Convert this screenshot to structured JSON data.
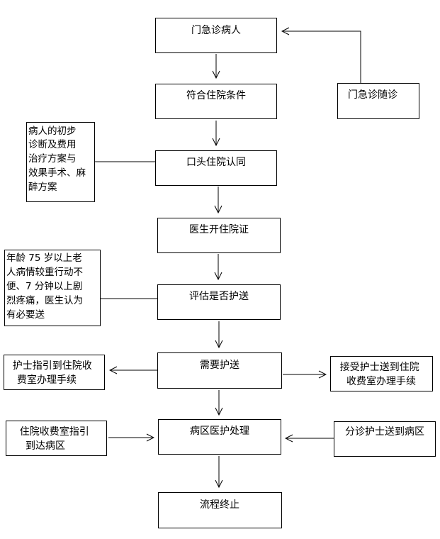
{
  "nodes": {
    "outpatient": {
      "label": "门急诊病人"
    },
    "eligible": {
      "label": "符合住院条件"
    },
    "verbal_consent": {
      "label": "口头住院认同"
    },
    "admission_cert": {
      "label": "医生开住院证"
    },
    "assess_escort": {
      "label": "评估是否护送"
    },
    "need_escort": {
      "label": "需要护送"
    },
    "ward_handling": {
      "label": "病区医护处理"
    },
    "process_end": {
      "label": "流程终止"
    },
    "er_followup": {
      "label": "门急诊随诊"
    },
    "nurse_guide": {
      "lines": [
        "护士指引到住院收",
        "费室办理手续"
      ]
    },
    "nurse_escort": {
      "lines": [
        "接受护士送到住院",
        "收费室办理手续"
      ]
    },
    "billing_guide": {
      "lines": [
        "住院收费室指引",
        "到达病区"
      ]
    },
    "triage_escort": {
      "label": "分诊护士送到病区"
    }
  },
  "notes": {
    "diagnosis": {
      "lines": [
        "病人的初步",
        "诊断及费用",
        "治疗方案与",
        "效果手术、麻",
        "醉方案"
      ]
    },
    "escort_criteria": {
      "lines": [
        "年龄 75 岁以上老",
        "人病情较重行动不",
        "便、7 分钟以上剧",
        "烈疼痛，医生认为",
        "有必要送"
      ]
    }
  }
}
